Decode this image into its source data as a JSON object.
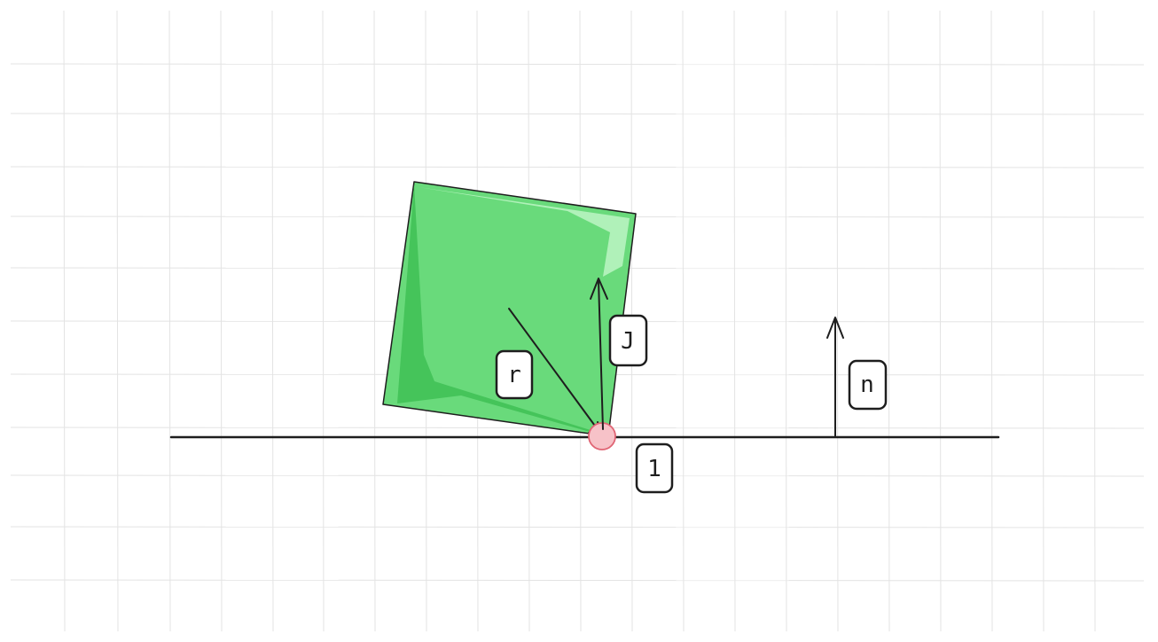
{
  "diagram": {
    "labels": {
      "radius": "r",
      "impulse": "J",
      "normal": "n",
      "contact_point": "1"
    },
    "colors": {
      "box_fill": "#69da7b",
      "box_shadow": "#3fbf55",
      "box_highlight": "#b4f2bd",
      "contact_fill": "#f7c2c8",
      "contact_stroke": "#e06474",
      "stroke": "#1e1e1e",
      "grid": "#e3e3e3",
      "background": "#ffffff"
    }
  }
}
